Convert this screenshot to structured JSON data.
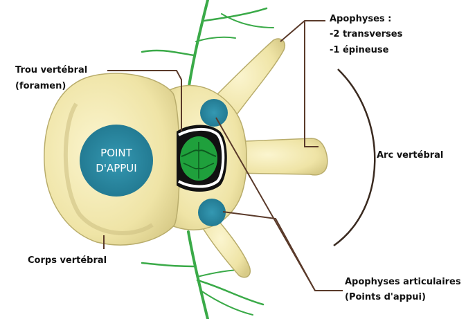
{
  "labels": {
    "apophyses_title": "Apophyses :",
    "apophyses_line1": "-2 transverses",
    "apophyses_line2": "-1 épineuse",
    "trou_line1": "Trou vertébral",
    "trou_line2": "(foramen)",
    "arc": "Arc vertébral",
    "corps": "Corps vertébral",
    "articulaires_line1": "Apophyses articulaires",
    "articulaires_line2": "(Points d'appui)",
    "point_line1": "POINT",
    "point_line2": "D'APPUI"
  },
  "colors": {
    "bone": "#f2e9b0",
    "bone_shade": "#c9bd7a",
    "point_dappui": "#2e8fa8",
    "spinal_cord": "#1fa03c",
    "nerves": "#3aaa48",
    "leader_lines": "#5a3a2a"
  }
}
